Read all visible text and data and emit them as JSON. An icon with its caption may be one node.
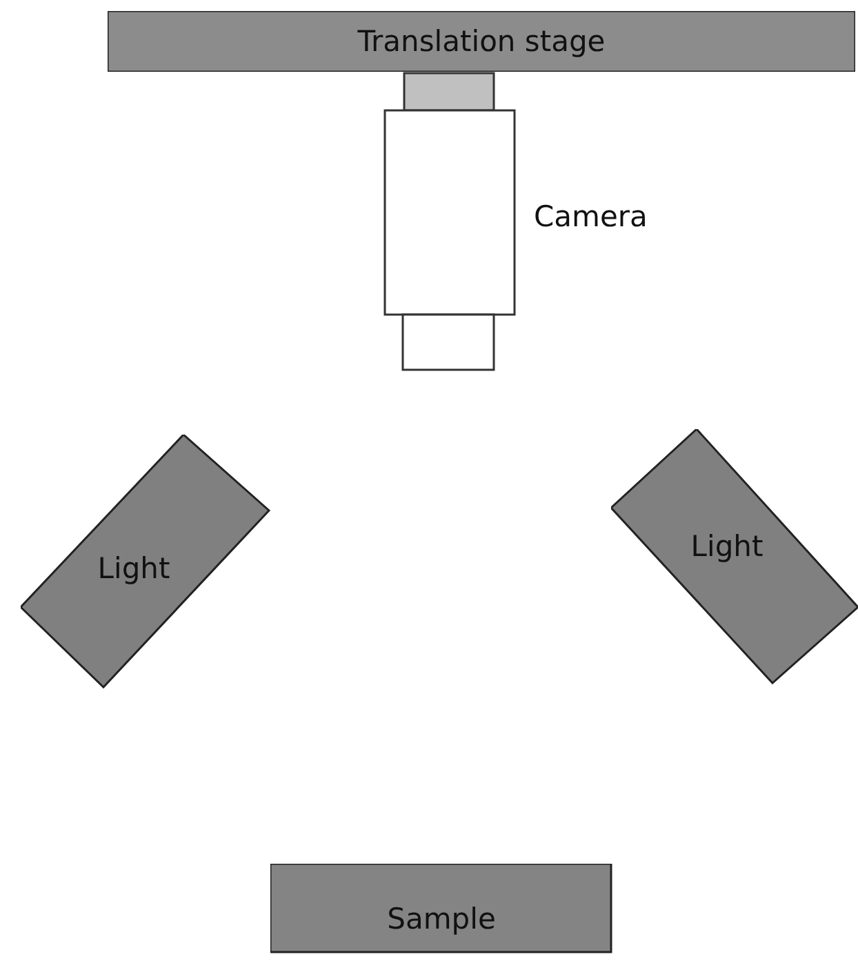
{
  "diagram": {
    "nodes": [
      {
        "text": [
          "Translation stage"
        ]
      },
      {
        "text": [],
        "shape": "box",
        "beside": [
          "Camera"
        ]
      },
      {
        "text": [
          "Light"
        ]
      },
      {
        "text": [
          "Light"
        ]
      },
      {
        "text": [
          "Sample"
        ]
      }
    ]
  }
}
